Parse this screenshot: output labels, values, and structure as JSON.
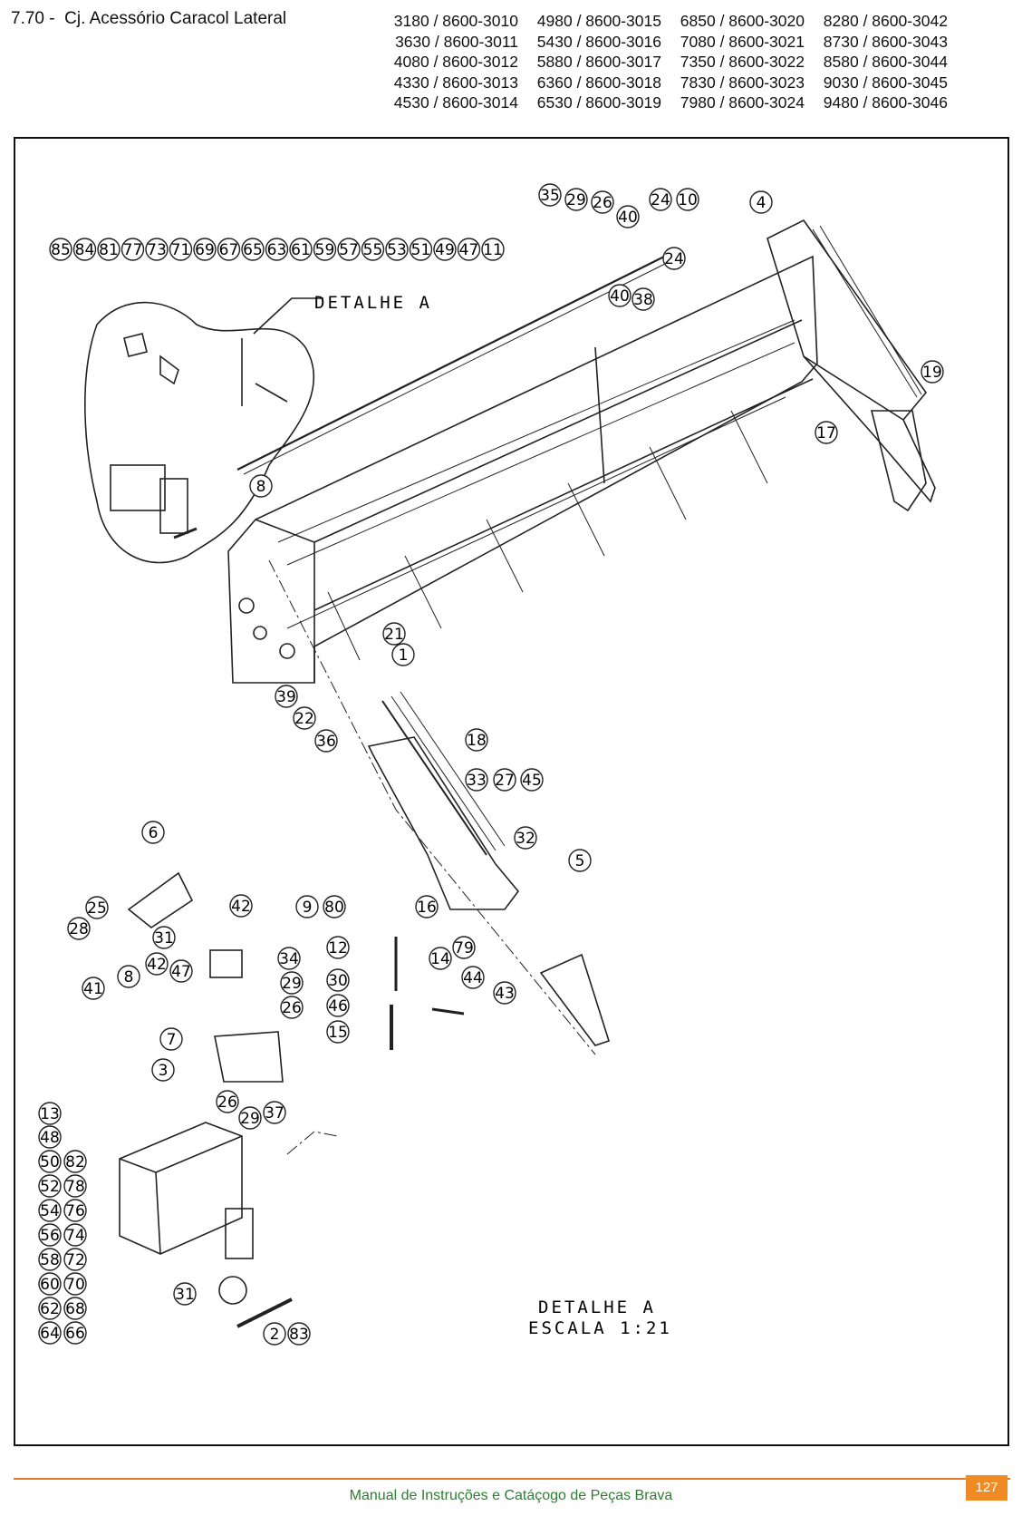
{
  "header": {
    "title": "7.70 -  Cj. Acessório Caracol Lateral",
    "model_columns": [
      [
        "3180 / 8600-3010",
        "3630 / 8600-3011",
        "4080 / 8600-3012",
        "4330 / 8600-3013",
        "4530 / 8600-3014"
      ],
      [
        "4980 / 8600-3015",
        "5430 / 8600-3016",
        "5880 / 8600-3017",
        "6360 / 8600-3018",
        "6530 / 8600-3019"
      ],
      [
        "6850 / 8600-3020",
        "7080 / 8600-3021",
        "7350 / 8600-3022",
        "7830 / 8600-3023",
        "7980 / 8600-3024"
      ],
      [
        "8280 / 8600-3042",
        "8730 / 8600-3043",
        "8580 / 8600-3044",
        "9030 / 8600-3045",
        "9480 / 8600-3046"
      ]
    ]
  },
  "diagram": {
    "detail_callout": "DETALHE  A",
    "detail_scale_line1": "DETALHE  A",
    "detail_scale_line2": "ESCALA  1:21",
    "callout_row": [
      "85",
      "84",
      "81",
      "77",
      "73",
      "71",
      "69",
      "67",
      "65",
      "63",
      "61",
      "59",
      "57",
      "55",
      "53",
      "51",
      "49",
      "47",
      "11"
    ],
    "callouts": [
      "35",
      "29",
      "26",
      "40",
      "24",
      "10",
      "4",
      "24",
      "40",
      "38",
      "19",
      "17",
      "8",
      "21",
      "1",
      "39",
      "22",
      "36",
      "18",
      "33",
      "27",
      "45",
      "32",
      "5",
      "16",
      "6",
      "25",
      "28",
      "31",
      "41",
      "8",
      "42",
      "47",
      "42",
      "9",
      "80",
      "34",
      "29",
      "26",
      "12",
      "30",
      "46",
      "15",
      "14",
      "79",
      "44",
      "43",
      "7",
      "3",
      "26",
      "29",
      "37",
      "13",
      "48",
      "50",
      "82",
      "52",
      "78",
      "54",
      "76",
      "56",
      "74",
      "58",
      "72",
      "60",
      "70",
      "62",
      "68",
      "64",
      "66",
      "31",
      "2",
      "83"
    ]
  },
  "footer": {
    "text": "Manual de Instruções e Catáçogo de Peças Brava",
    "page_number": "127"
  }
}
